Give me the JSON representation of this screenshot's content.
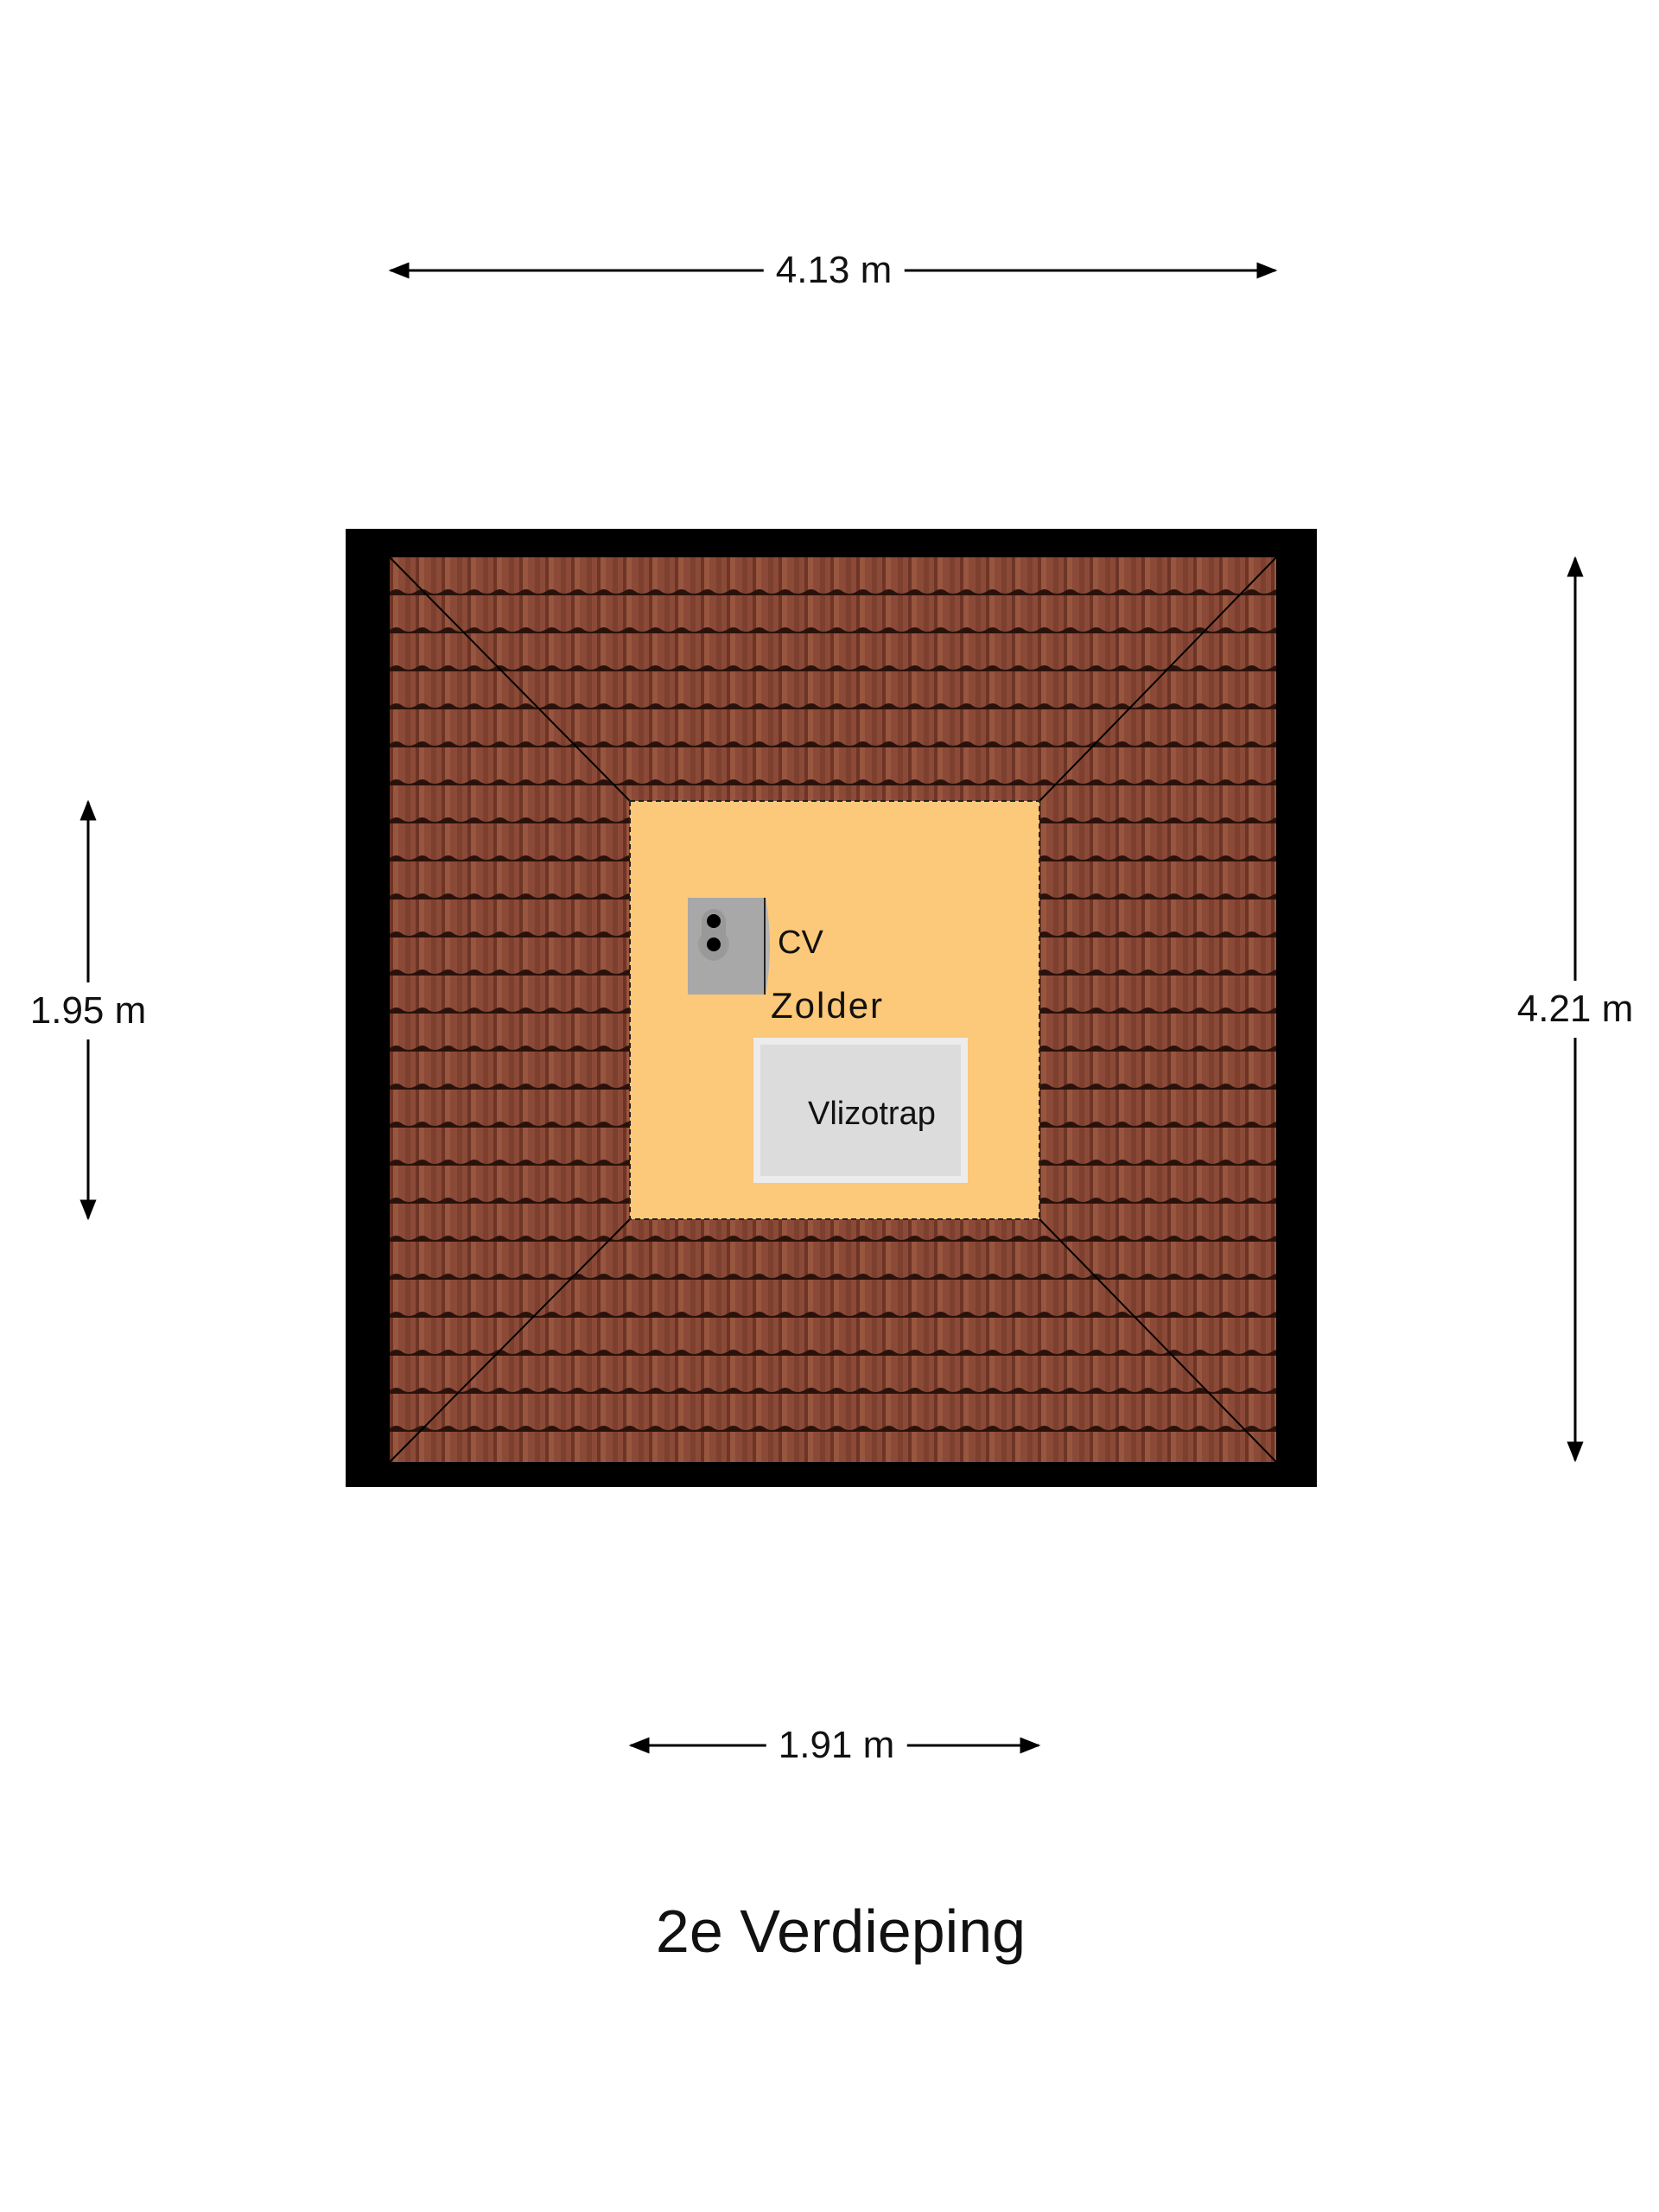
{
  "title": "2e Verdieping",
  "dimensions": {
    "top_width": "4.13 m",
    "right_height": "4.21 m",
    "left_height": "1.95 m",
    "bottom_width": "1.91 m"
  },
  "rooms": {
    "attic": "Zolder",
    "boiler": "CV",
    "loft_ladder": "Vlizotrap"
  },
  "colors": {
    "wall": "#000000",
    "roof_tile": "#8b4a38",
    "room_floor": "#fcc879",
    "ladder": "#dcdcdc",
    "boiler": "#a8a8a8"
  }
}
